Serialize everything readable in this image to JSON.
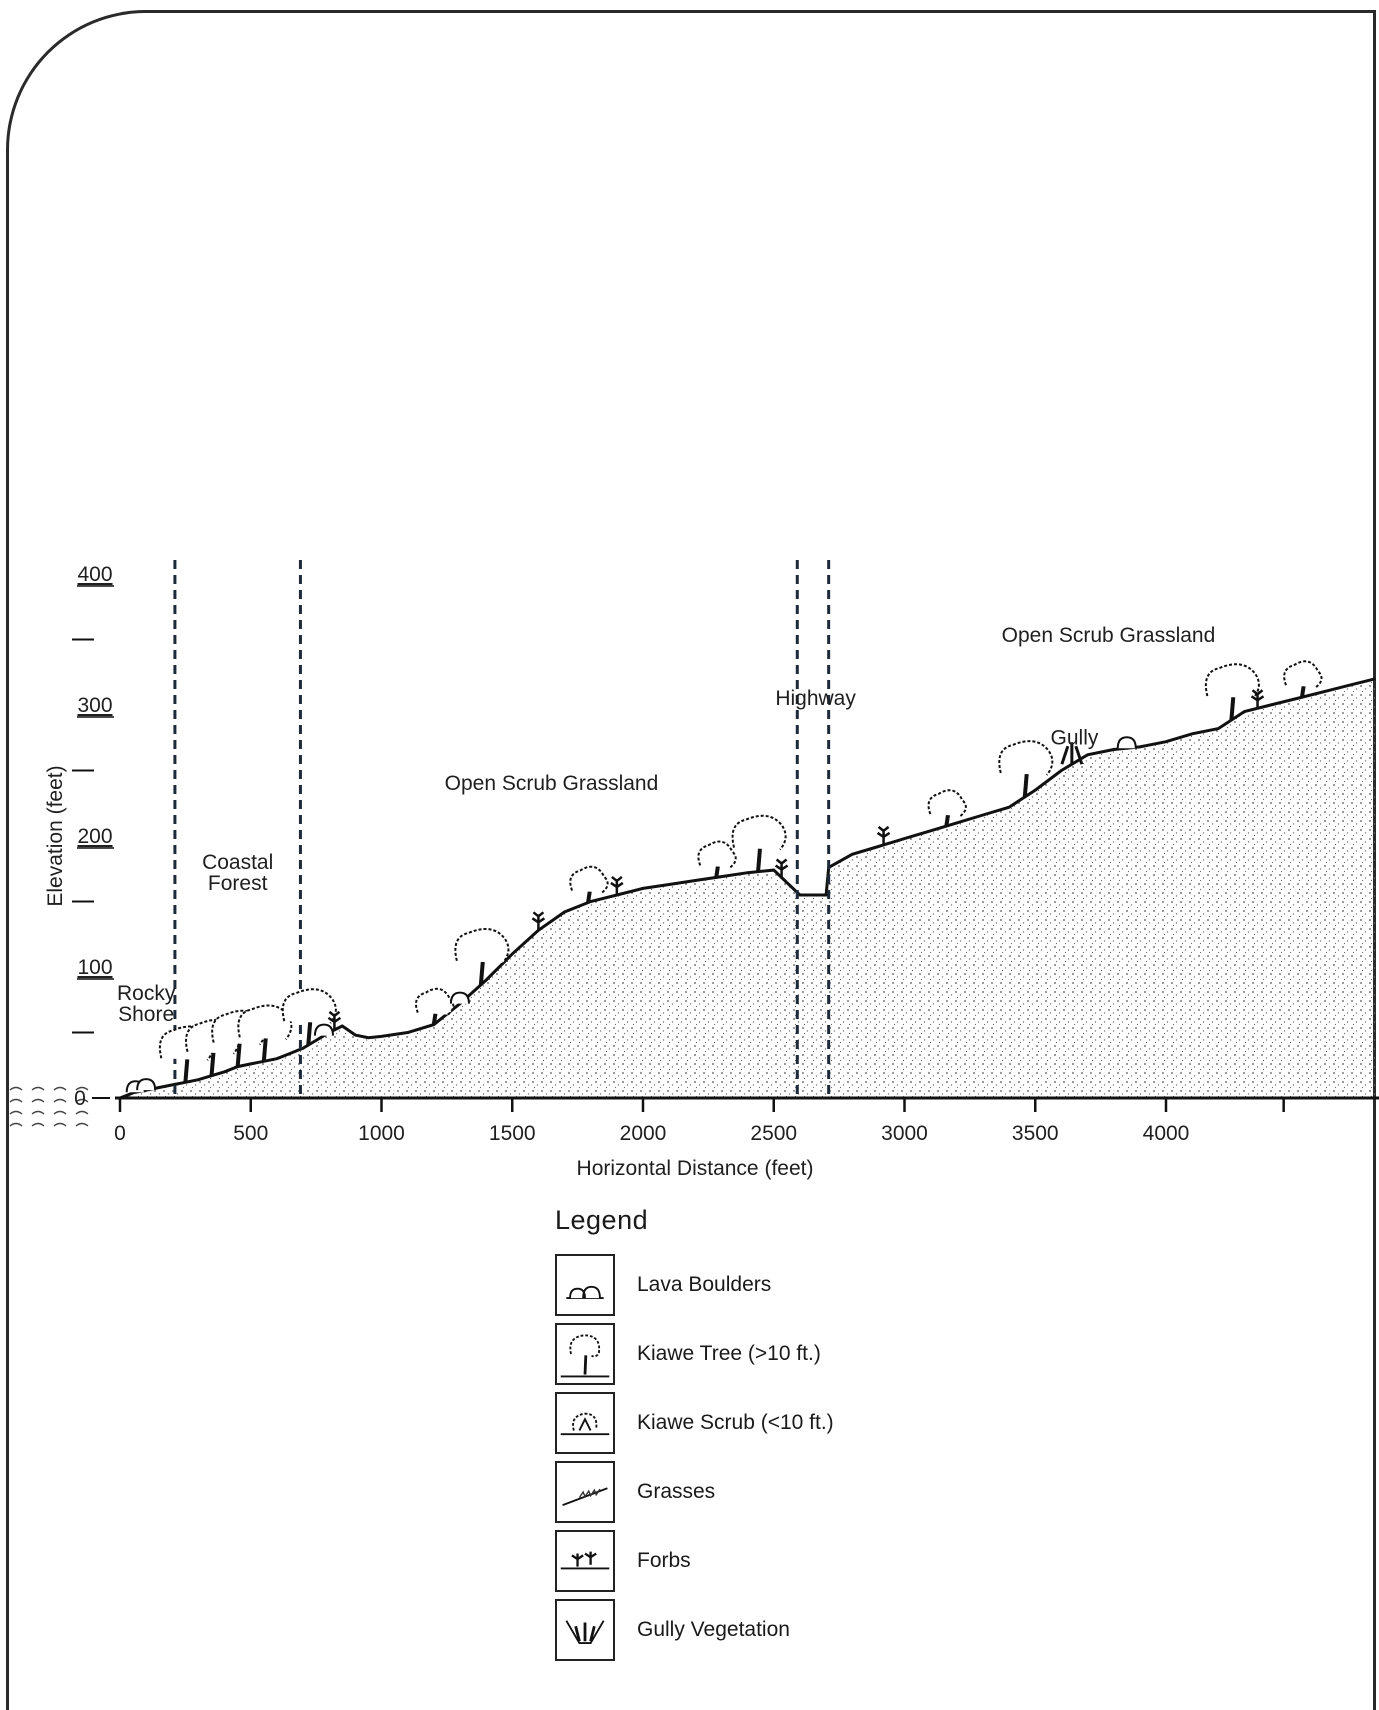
{
  "header_fragment": "",
  "chart_data": {
    "type": "area",
    "xlabel": "Horizontal Distance (feet)",
    "ylabel": "Elevation (feet)",
    "x_ticks": [
      0,
      500,
      1000,
      1500,
      2000,
      2500,
      3000,
      3500,
      4000
    ],
    "y_ticks": [
      0,
      100,
      200,
      300,
      400
    ],
    "xlim": [
      0,
      4800
    ],
    "ylim": [
      0,
      400
    ],
    "profile": {
      "x": [
        0,
        50,
        100,
        150,
        200,
        250,
        300,
        350,
        400,
        450,
        500,
        550,
        600,
        650,
        700,
        750,
        800,
        850,
        900,
        950,
        1000,
        1100,
        1200,
        1300,
        1400,
        1500,
        1600,
        1700,
        1800,
        1900,
        2000,
        2100,
        2200,
        2300,
        2400,
        2500,
        2600,
        2700,
        2710,
        2800,
        2900,
        3000,
        3100,
        3200,
        3300,
        3400,
        3500,
        3600,
        3700,
        3800,
        3900,
        4000,
        4100,
        4200,
        4300,
        4400,
        4500,
        4600,
        4700,
        4800
      ],
      "y": [
        0,
        4,
        6,
        8,
        10,
        12,
        14,
        17,
        20,
        24,
        26,
        28,
        30,
        34,
        38,
        44,
        50,
        55,
        48,
        46,
        47,
        50,
        56,
        72,
        90,
        110,
        128,
        142,
        150,
        155,
        160,
        163,
        166,
        169,
        172,
        174,
        155,
        155,
        176,
        186,
        192,
        198,
        204,
        210,
        216,
        222,
        235,
        250,
        262,
        266,
        268,
        272,
        278,
        282,
        295,
        300,
        305,
        310,
        315,
        320
      ]
    },
    "zone_boundaries": [
      210,
      690,
      2590,
      2710
    ],
    "zones": [
      {
        "label_lines": [
          "Rocky",
          "Shore"
        ],
        "x": 100,
        "y": 75
      },
      {
        "label_lines": [
          "Coastal",
          "Forest"
        ],
        "x": 450,
        "y": 175
      },
      {
        "label_lines": [
          "Open Scrub Grassland"
        ],
        "x": 1650,
        "y": 235
      },
      {
        "label_lines": [
          "Highway"
        ],
        "x": 2660,
        "y": 300
      },
      {
        "label_lines": [
          "Open Scrub Grassland"
        ],
        "x": 3780,
        "y": 348
      },
      {
        "label_lines": [
          "Gully"
        ],
        "x": 3650,
        "y": 270
      }
    ]
  },
  "legend": {
    "title": "Legend",
    "items": [
      {
        "label": "Lava Boulders",
        "icon": "lava-boulders-icon"
      },
      {
        "label": "Kiawe Tree  (>10 ft.)",
        "icon": "kiawe-tree-icon"
      },
      {
        "label": "Kiawe Scrub (<10 ft.)",
        "icon": "kiawe-scrub-icon"
      },
      {
        "label": "Grasses",
        "icon": "grasses-icon"
      },
      {
        "label": "Forbs",
        "icon": "forbs-icon"
      },
      {
        "label": "Gully Vegetation",
        "icon": "gully-vegetation-icon"
      }
    ]
  }
}
